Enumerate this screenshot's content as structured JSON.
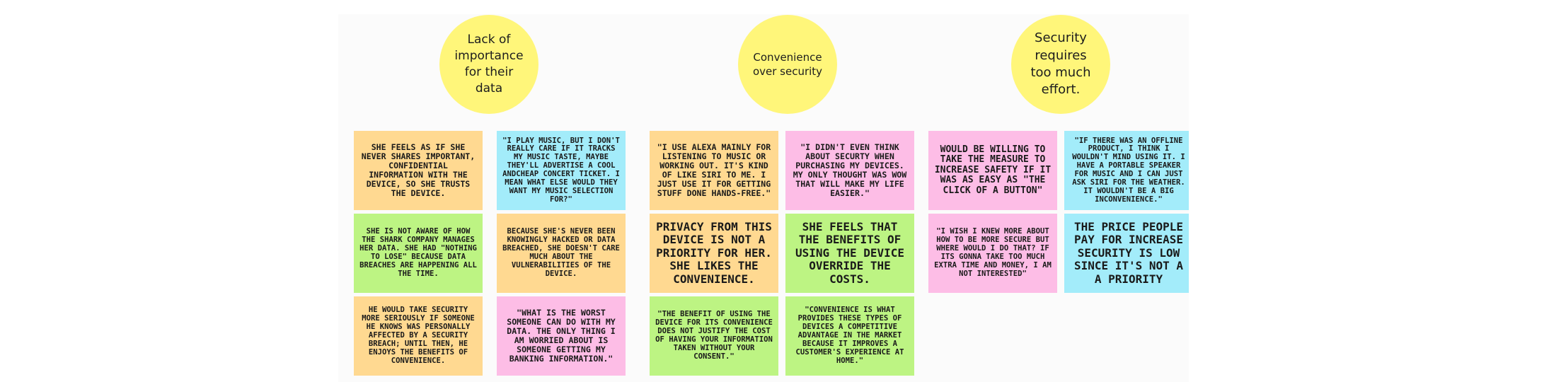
{
  "themes": [
    {
      "label": "Lack of\nimportance\nfor their\ndata"
    },
    {
      "label": "Convenience\nover security"
    },
    {
      "label": "Security\nrequires\ntoo much\neffort."
    }
  ],
  "notes": [
    {
      "text": "She feels as if she never shares important, confidential information with the device, so she trusts the device.",
      "color": "#ffd991"
    },
    {
      "text": "\"I play music, but I don't really care if it tracks my music taste, maybe they'll advertise a cool andcheap concert ticket. I mean what else would they want my music selection for?\"",
      "color": "#a3ecfa"
    },
    {
      "text": "She is not aware of how the shark company manages her data. She had \"nothing to lose\" because data breaches are happening all the time.",
      "color": "#bdf483"
    },
    {
      "text": "Because she's never been knowingly hacked or data breached, she doesn't care much about the vulnerabilities of the device.",
      "color": "#ffd991"
    },
    {
      "text": "He would take security more seriously if someone he knows was personally affected by a security breach; until then, he enjoys the benefits of convenience.",
      "color": "#ffd991"
    },
    {
      "text": "\"What is the worst someone can do with my data. The only thing I am worried about is someone getting my banking information.\"",
      "color": "#fdbde6"
    },
    {
      "text": "\"I use Alexa mainly for listening to music or working out. It's kind of like Siri to me. I just use it for getting stuff done hands-free.\"",
      "color": "#ffd991"
    },
    {
      "text": "\"I didn't even think about securty when purchasing my devices. My only thought was wow that will make my life easier.\"",
      "color": "#fdbde6"
    },
    {
      "text": "Privacy from this device is not a priority for her. She likes the convenience.",
      "color": "#ffd991"
    },
    {
      "text": "She feels that the benefits of using the device override the costs.",
      "color": "#bdf483"
    },
    {
      "text": "\"The benefit of using the device for its convenience does not justify the cost of having your information taken without your consent.\"",
      "color": "#bdf483"
    },
    {
      "text": "\"Convenience is what provides these types of devices a competitive advantage in the market because it improves a customer's experience at home.\"",
      "color": "#bdf483"
    },
    {
      "text": "Would be willing to take the measure to increase safety if it was as easy as \"the click of a button\"",
      "color": "#fdbde6"
    },
    {
      "text": "\"If there was an offline product, I think I wouldn't mind using it. I have a portable speaker for music and I can just ask Siri for the weather. It wouldn't be a big inconvenience.\"",
      "color": "#a3ecfa"
    },
    {
      "text": "\"I wish I knew more about how to be more secure but where would I do that? If its gonna take too much extra time and money, I am not interested\"",
      "color": "#fdbde6"
    },
    {
      "text": "The price people pay for increase security is low since it's not a a priority",
      "color": "#a3ecfa"
    }
  ]
}
